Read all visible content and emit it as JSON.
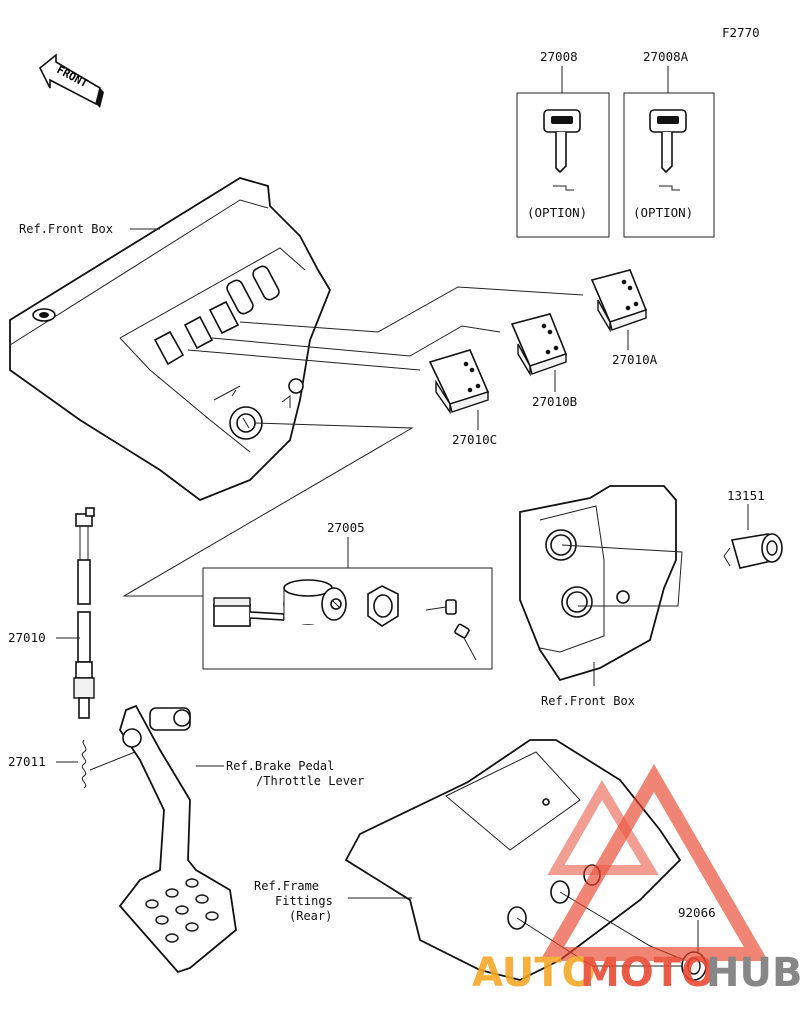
{
  "figure_code": "F2770",
  "front_label": "FRONT",
  "option_label": "(OPTION)",
  "parts": {
    "key_a": "27008",
    "key_b": "27008A",
    "switch_a": "27010A",
    "switch_b": "27010B",
    "switch_c": "27010C",
    "ignition_switch": "27005",
    "socket": "13151",
    "brake_switch": "27010",
    "spring": "27011",
    "cap": "92066"
  },
  "refs": {
    "front_box_top": "Ref.Front Box",
    "front_box_right": "Ref.Front Box",
    "brake_pedal_line1": "Ref.Brake Pedal",
    "brake_pedal_line2": "/Throttle Lever",
    "frame_line1": "Ref.Frame",
    "frame_line2": "Fittings",
    "frame_line3": "(Rear)"
  },
  "watermark": {
    "part1": "AUTO",
    "part2": "MOTO",
    "part3": "HUB",
    "color": "#e8462e",
    "color2": "#f5a623",
    "color3": "#777777"
  }
}
